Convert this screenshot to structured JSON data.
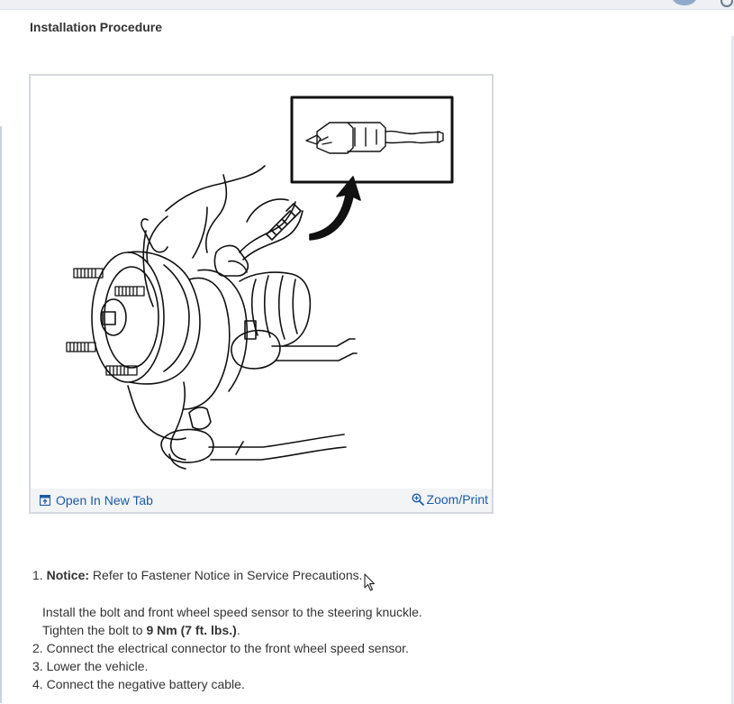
{
  "section": {
    "heading": "Installation Procedure"
  },
  "figure": {
    "open_label": "Open In New Tab",
    "zoom_label": "Zoom/Print",
    "open_icon": "external-window-icon",
    "zoom_icon": "zoom-in-icon"
  },
  "steps": [
    {
      "num": "1.",
      "notice_label": "Notice:",
      "notice_text": " Refer to Fastener Notice in Service Precautions.",
      "line1": "Install the bolt and front wheel speed sensor to the steering knuckle.",
      "line2_prefix": "Tighten the bolt to ",
      "line2_bold": "9 Nm (7 ft. lbs.)",
      "line2_suffix": "."
    },
    {
      "num": "2.",
      "text": " Connect the electrical connector to the front wheel speed sensor."
    },
    {
      "num": "3.",
      "text": " Lower the vehicle."
    },
    {
      "num": "4.",
      "text": " Connect the negative battery cable."
    }
  ],
  "colors": {
    "link": "#1a5aa8",
    "text": "#333333",
    "footer_bg": "#f3f4f6"
  }
}
